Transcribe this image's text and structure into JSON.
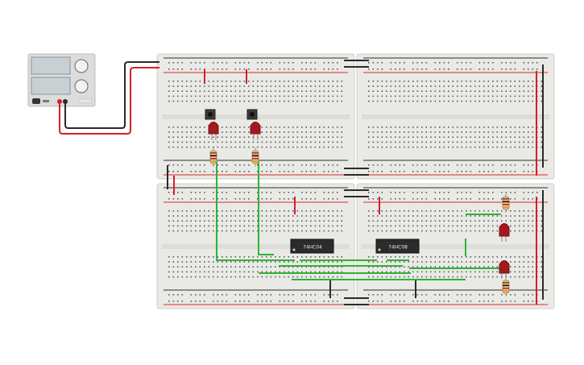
{
  "ics": [
    {
      "label": "74HC04"
    },
    {
      "label": "74HC08"
    }
  ],
  "colors": {
    "canvas": "#ffffff",
    "board": "#e9e9e6",
    "board_edge": "#cfcfcb",
    "hole": "#5d5d5d",
    "rail_red": "#e0262a",
    "rail_black": "#303030",
    "wire_green": "#2fb335",
    "wire_red": "#d42027",
    "wire_black": "#2a2a2a",
    "led_red": "#a3191d",
    "ic_body": "#2b2b2b",
    "psu_body": "#dcdcdc",
    "psu_screen": "#c9d0d4",
    "resistor_body": "#e5c18e"
  },
  "components": {
    "power_supply": "dc-power-supply",
    "pushbuttons": 2,
    "leds": 4,
    "resistors": 4,
    "breadboards": 4
  }
}
